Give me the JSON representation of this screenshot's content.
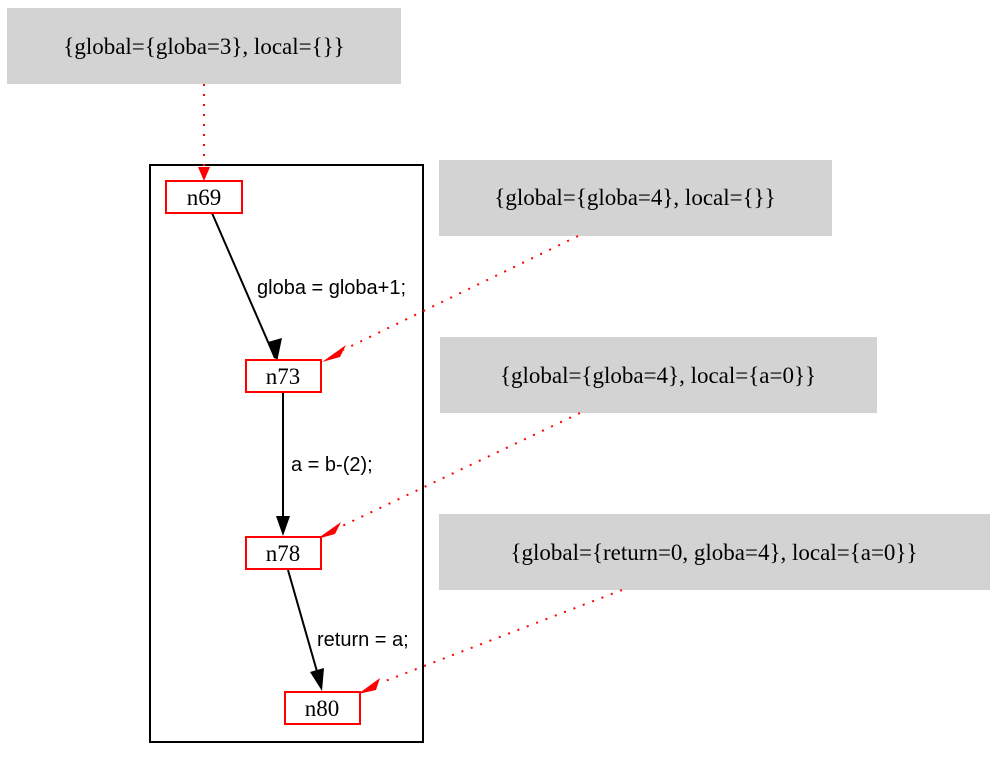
{
  "colors": {
    "node_border": "#ff0000",
    "state_arrow": "#ff0000",
    "note_fill": "#d3d3d3",
    "edge": "#000000"
  },
  "states": {
    "s0": "{global={globa=3}, local={}}",
    "s1": "{global={globa=4}, local={}}",
    "s2": "{global={globa=4}, local={a=0}}",
    "s3": "{global={return=0, globa=4}, local={a=0}}"
  },
  "nodes": {
    "n69": "n69",
    "n73": "n73",
    "n78": "n78",
    "n80": "n80"
  },
  "edges": {
    "e1": "globa = globa+1;",
    "e2": "a = b-(2);",
    "e3": "return = a;"
  }
}
